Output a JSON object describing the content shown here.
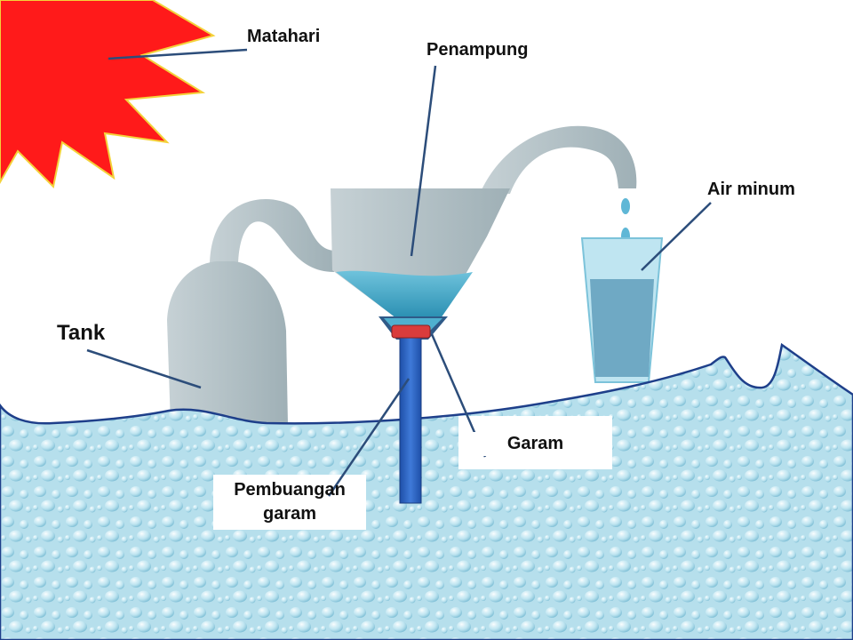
{
  "labels": {
    "sun": "Matahari",
    "container": "Penampung",
    "drinking_water": "Air minum",
    "tank": "Tank",
    "salt": "Garam",
    "salt_drain_line1": "Pembuangan",
    "salt_drain_line2": "garam"
  },
  "colors": {
    "sea": "#b8e2ee",
    "sea_edge": "#1e3f8a",
    "sun": "#ff1a1a",
    "apparatus": "#a9b9bf",
    "water": "#3aa0c0",
    "drain_pipe": "#2a62c4",
    "salt_block": "#d93c3c",
    "glass_water": "#6fa9c4",
    "leader_line": "#2c4d7a"
  }
}
